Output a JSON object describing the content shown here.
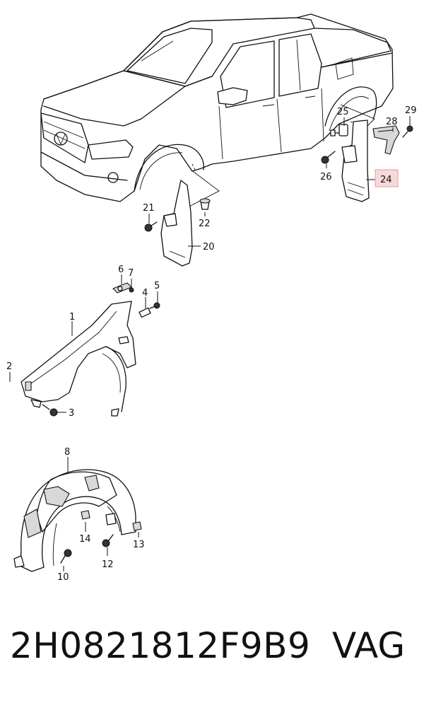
{
  "diagram": {
    "callouts": {
      "p1": "1",
      "p2": "2",
      "p3": "3",
      "p4": "4",
      "p5": "5",
      "p6": "6",
      "p7": "7",
      "p8": "8",
      "p10": "10",
      "p12": "12",
      "p13": "13",
      "p14": "14",
      "p20": "20",
      "p21": "21",
      "p22": "22",
      "p24": "24",
      "p25": "25",
      "p26": "26",
      "p28": "28",
      "p29": "29"
    },
    "highlighted_callout": "24",
    "highlight_color": "#f7d9da"
  },
  "footer": {
    "part_number": "2H0821812F9B9",
    "brand": "VAG"
  }
}
